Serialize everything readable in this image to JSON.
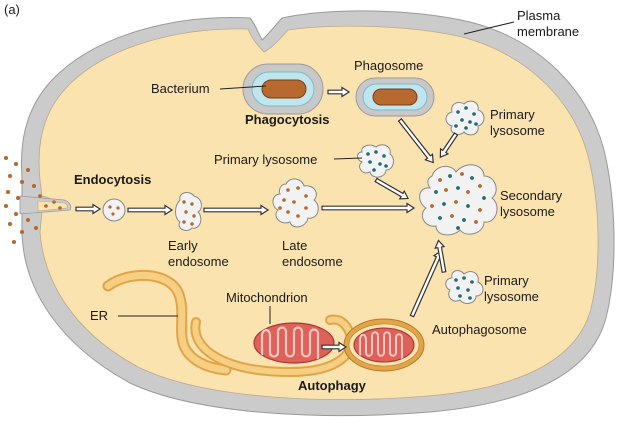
{
  "panel_label": "(a)",
  "labels": {
    "plasma_membrane_1": "Plasma",
    "plasma_membrane_2": "membrane",
    "bacterium": "Bacterium",
    "phagosome": "Phagosome",
    "phagocytosis": "Phagocytosis",
    "primary_lysosome_top_1": "Primary",
    "primary_lysosome_top_2": "lysosome",
    "primary_lysosome_mid": "Primary lysosome",
    "endocytosis": "Endocytosis",
    "secondary_lysosome_1": "Secondary",
    "secondary_lysosome_2": "lysosome",
    "early_endosome_1": "Early",
    "early_endosome_2": "endosome",
    "late_endosome_1": "Late",
    "late_endosome_2": "endosome",
    "primary_lysosome_bottom_1": "Primary",
    "primary_lysosome_bottom_2": "lysosome",
    "er": "ER",
    "mitochondrion": "Mitochondrion",
    "autophagosome": "Autophagosome",
    "autophagy": "Autophagy"
  },
  "colors": {
    "cell_fill": "#fbe3b0",
    "membrane": "#c8c8c8",
    "membrane_stroke": "#9a9a9a",
    "er_fill": "#f2c26a",
    "particle_brown": "#b5662a",
    "particle_teal": "#1f6b73",
    "bacterium_fill": "#b8692f",
    "vesicle_halo": "#bfe6ee",
    "lysosome_fill": "#f2f2f2",
    "mito_fill": "#e0605a",
    "mito_cristae": "#f9c8c0"
  }
}
